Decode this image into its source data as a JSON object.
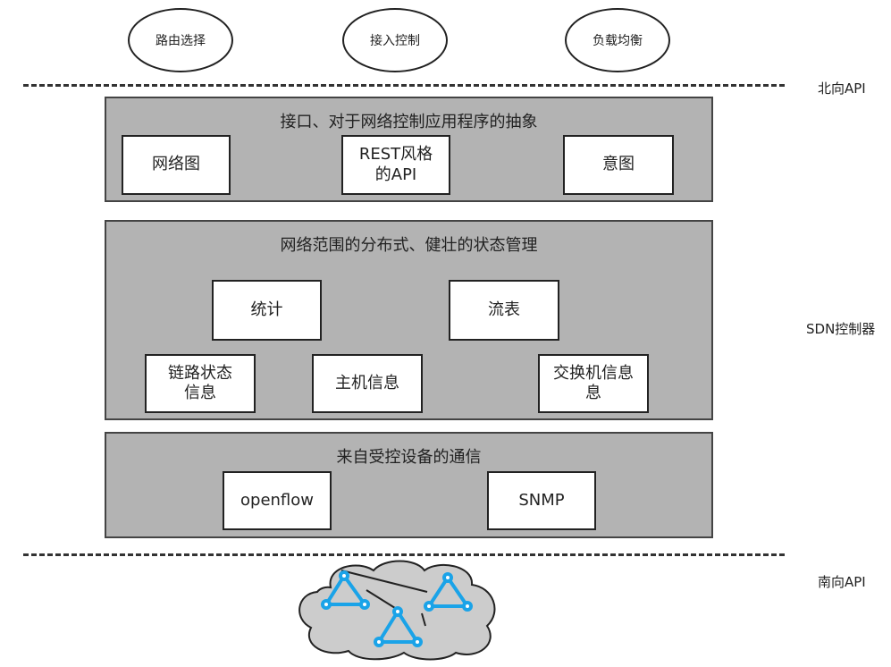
{
  "applications": [
    "路由选择",
    "接入控制",
    "负载均衡"
  ],
  "labels": {
    "northbound": "北向API",
    "controller": "SDN控制器",
    "southbound": "南向API"
  },
  "layers": {
    "interface": {
      "title": "接口、对于网络控制应用程序的抽象",
      "boxes": [
        "网络图",
        "REST风格\n的API",
        "意图"
      ]
    },
    "state": {
      "title": "网络范围的分布式、健壮的状态管理",
      "boxes": [
        "统计",
        "流表",
        "链路状态\n信息",
        "主机信息",
        "交换机信息\n息"
      ]
    },
    "comm": {
      "title": "来自受控设备的通信",
      "boxes": [
        "openflow",
        "SNMP"
      ]
    }
  },
  "colors": {
    "layer_fill": "#b3b3b3",
    "cloud_fill": "#cccccc",
    "switch_color": "#1aa3e8"
  },
  "icons": [
    "cloud-icon",
    "switch-triangle-icon"
  ]
}
